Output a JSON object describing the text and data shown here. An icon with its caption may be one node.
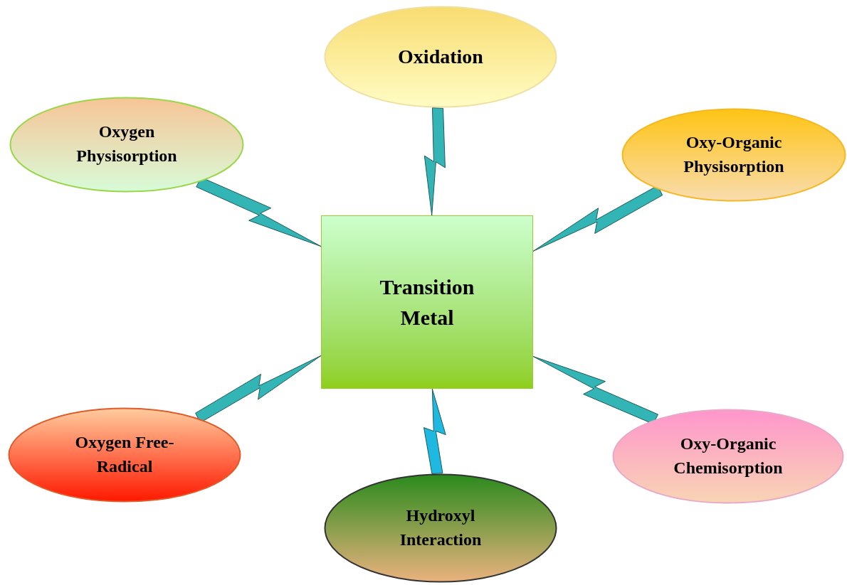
{
  "diagram": {
    "nodes": [
      {
        "text": [
          "Oxidation"
        ]
      },
      {
        "text": [
          "Oxygen Physisorption"
        ]
      },
      {
        "text": [
          "Oxy-Organic Physisorption"
        ]
      },
      {
        "text": [
          "Transition Metal"
        ]
      },
      {
        "text": [
          "Oxygen Free-Radical"
        ]
      },
      {
        "text": [
          "Hydroxyl Interaction"
        ]
      },
      {
        "text": [
          "Oxy-Organic Chemisorption"
        ]
      }
    ],
    "edges": [
      {
        "from": 0,
        "to": 3,
        "arrow": "none"
      },
      {
        "from": 1,
        "to": 3,
        "arrow": "none"
      },
      {
        "from": 2,
        "to": 3,
        "arrow": "none"
      },
      {
        "from": 4,
        "to": 3,
        "arrow": "none"
      },
      {
        "from": 5,
        "to": 3,
        "arrow": "none",
        "color": "#1fb8e0"
      },
      {
        "from": 6,
        "to": 3,
        "arrow": "none"
      }
    ]
  }
}
